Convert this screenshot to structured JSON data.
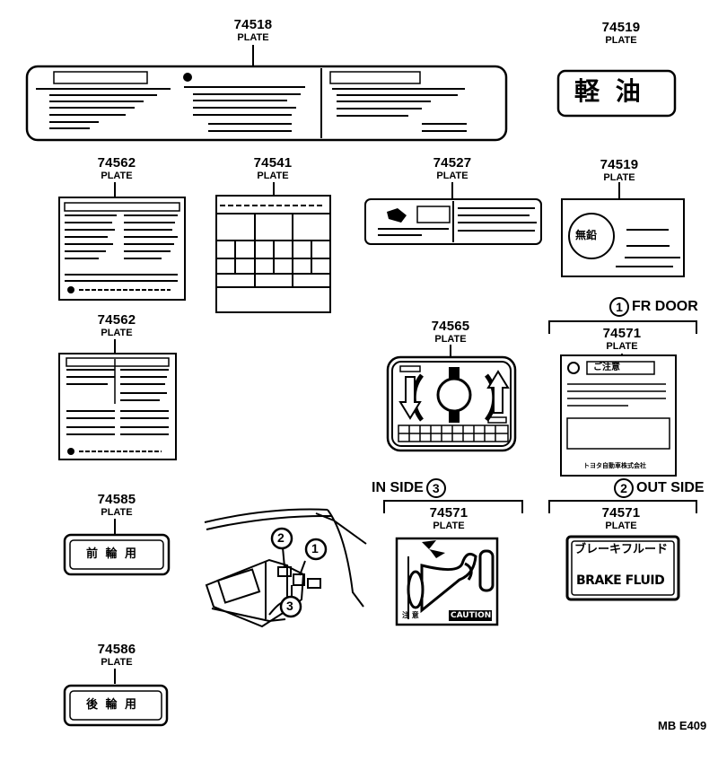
{
  "parts": [
    {
      "id": "p1",
      "number": "74518",
      "label": "PLATE"
    },
    {
      "id": "p2",
      "number": "74519",
      "label": "PLATE"
    },
    {
      "id": "p3",
      "number": "74562",
      "label": "PLATE"
    },
    {
      "id": "p4",
      "number": "74541",
      "label": "PLATE"
    },
    {
      "id": "p5",
      "number": "74527",
      "label": "PLATE"
    },
    {
      "id": "p6",
      "number": "74519",
      "label": "PLATE"
    },
    {
      "id": "p7",
      "number": "74562",
      "label": "PLATE"
    },
    {
      "id": "p8",
      "number": "74565",
      "label": "PLATE"
    },
    {
      "id": "p9",
      "number": "74571",
      "label": "PLATE"
    },
    {
      "id": "p10",
      "number": "74585",
      "label": "PLATE"
    },
    {
      "id": "p11",
      "number": "74571",
      "label": "PLATE"
    },
    {
      "id": "p12",
      "number": "74571",
      "label": "PLATE"
    },
    {
      "id": "p13",
      "number": "74586",
      "label": "PLATE"
    }
  ],
  "callouts": {
    "fr_door": {
      "marker": "1",
      "text": "FR DOOR"
    },
    "in_side": {
      "text": "IN SIDE",
      "marker": "3"
    },
    "out_side": {
      "marker": "2",
      "text": "OUT SIDE"
    }
  },
  "plate_text": {
    "kerosene": "軽 油",
    "unleaded": "無鉛",
    "front_wheel": "前 輪 用",
    "rear_wheel": "後 輪 用",
    "brake_jp": "ブレーキフルード",
    "brake_en": "BRAKE FLUID",
    "caution": "CAUTION",
    "caution_jp": "注 意",
    "gochui": "ご注意",
    "toyota": "トヨタ自動車株式会社"
  },
  "diagram_markers": [
    "2",
    "1",
    "3"
  ],
  "footer_code": "MB E409"
}
